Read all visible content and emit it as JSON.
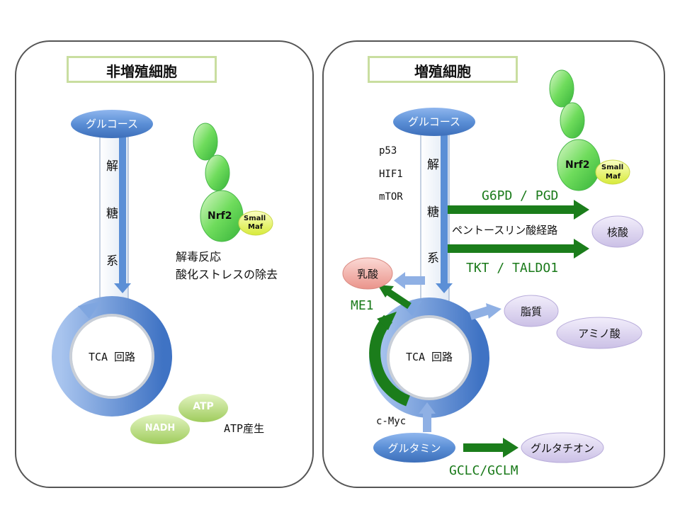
{
  "left_panel": {
    "title": "非増殖細胞",
    "glucose": "グルコース",
    "glycolysis": [
      "解",
      "糖",
      "系"
    ],
    "tca": "TCA 回路",
    "nrf2": "Nrf2",
    "small_maf": [
      "Small",
      "Maf"
    ],
    "detox_line1": "解毒反応",
    "detox_line2": "酸化ストレスの除去",
    "atp": "ATP",
    "nadh": "NADH",
    "atp_production": "ATP産生"
  },
  "right_panel": {
    "title": "増殖細胞",
    "glucose": "グルコース",
    "glycolysis": [
      "解",
      "糖",
      "系"
    ],
    "regulators": [
      "p53",
      "HIF1",
      "mTOR"
    ],
    "g6pd_pgd": "G6PD / PGD",
    "pentose_pathway": "ペントースリン酸経路",
    "tkt_taldo1": "TKT / TALDO1",
    "nucleic_acid": "核酸",
    "lactate": "乳酸",
    "me1": "ME1",
    "tca": "TCA 回路",
    "lipid": "脂質",
    "amino_acid": "アミノ酸",
    "cmyc": "c-Myc",
    "glutamine": "グルタミン",
    "glutathione": "グルタチオン",
    "gclc_gclm": "GCLC/GCLM",
    "nrf2": "Nrf2",
    "small_maf": [
      "Small",
      "Maf"
    ]
  },
  "colors": {
    "blue_node": "#5b8fd6",
    "green_arrow": "#1b7d1b",
    "purple_node": "#ddd5ef",
    "lactate_node": "#f2b6b0",
    "nrf2_green": "#5fd35a",
    "maf_yellow": "#e8f36a"
  }
}
